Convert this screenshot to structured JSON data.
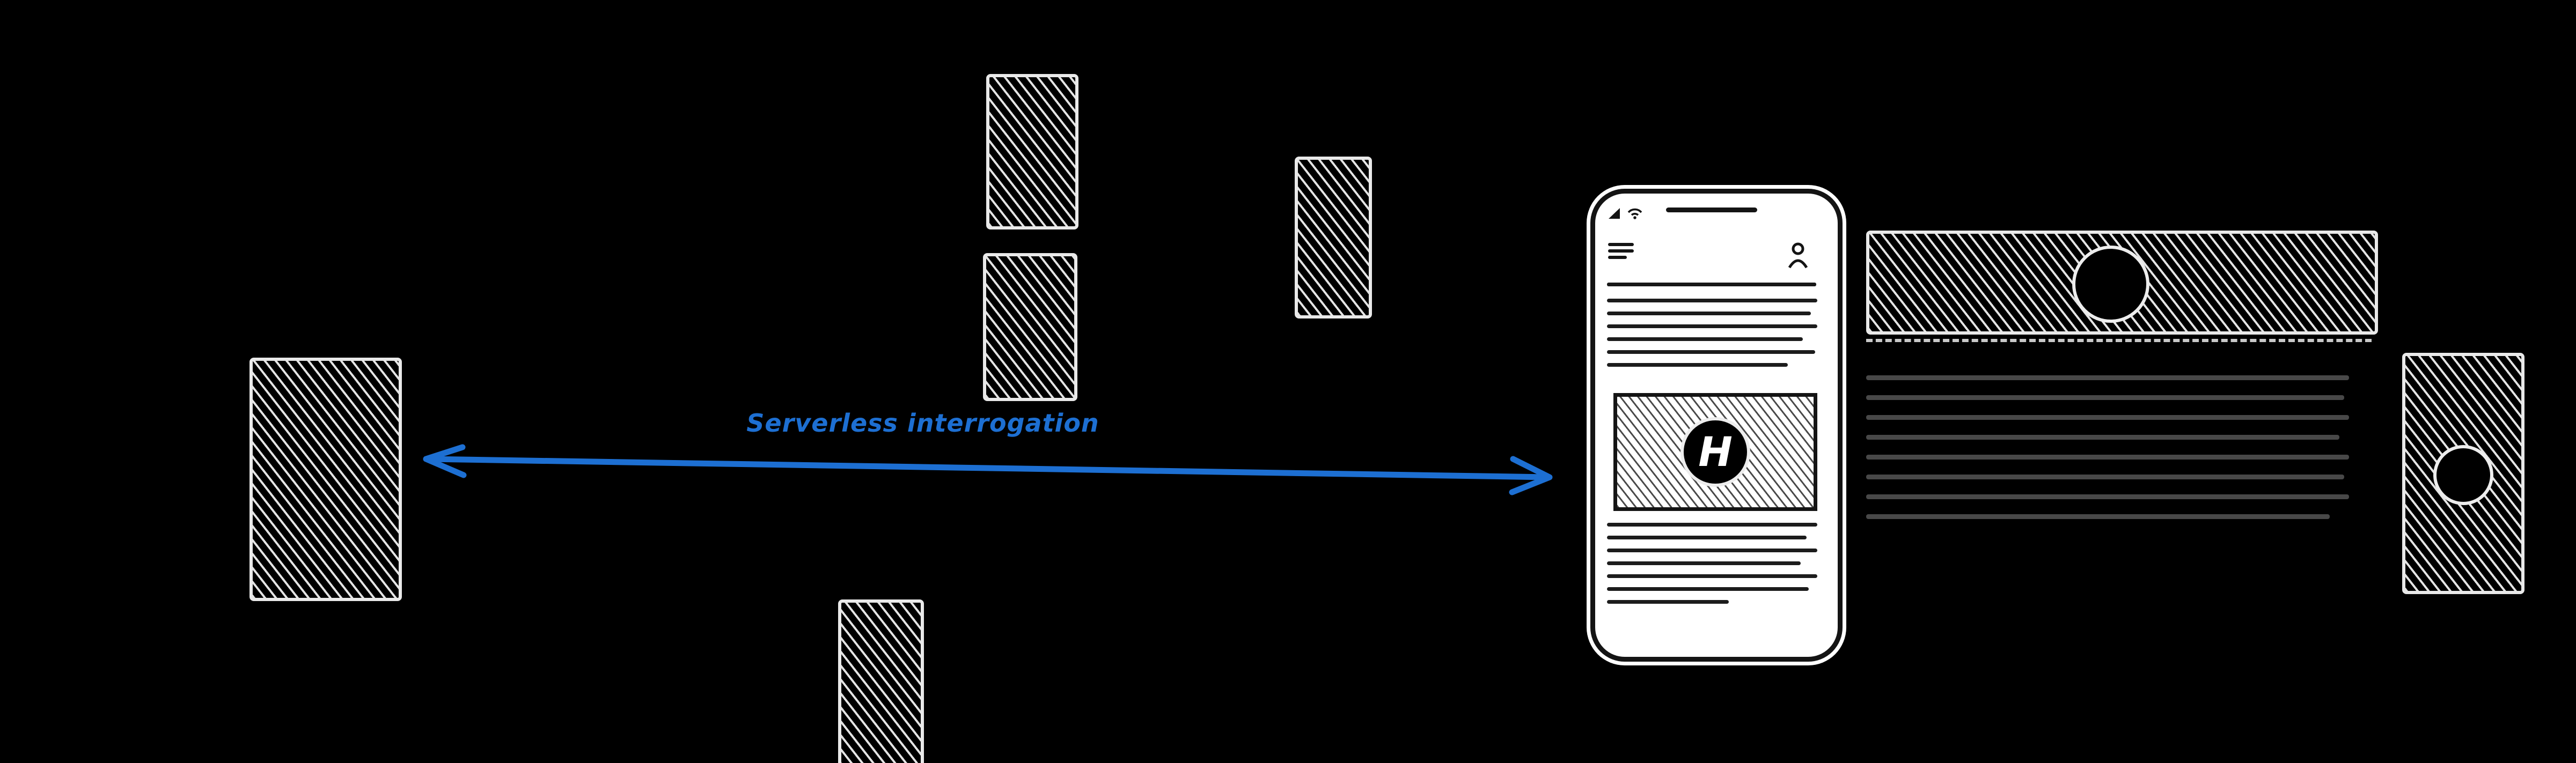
{
  "diagram": {
    "background_color": "#000000",
    "arrow": {
      "label": "Serverless interrogation",
      "color": "#1d6fd2",
      "style": "bidirectional"
    },
    "phone": {
      "logo_letter": "H",
      "body_color": "#ffffff",
      "ink_color": "#141414",
      "icons": [
        {
          "name": "signal-icon"
        },
        {
          "name": "wifi-icon"
        },
        {
          "name": "menu-icon"
        },
        {
          "name": "user-icon"
        }
      ]
    },
    "sketch": {
      "hatch_stroke_color": "#e9e9e9",
      "article_line_color": "#484848",
      "banner_underline_style": "dashed"
    }
  }
}
